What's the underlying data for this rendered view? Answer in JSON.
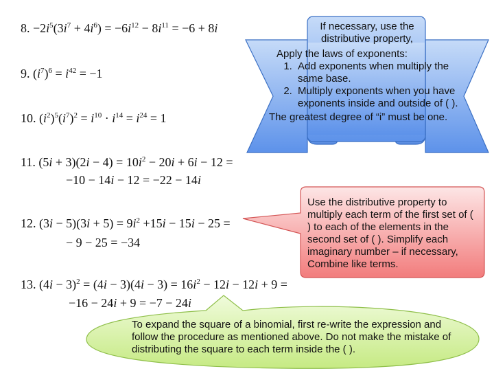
{
  "equations": {
    "eq8": {
      "num": "8.",
      "text": "−2i⁵(3i⁷ + 4i⁶) = −6i¹² − 8i¹¹ = −6 + 8i"
    },
    "eq9": {
      "num": "9.",
      "text": "(i⁷)⁶ = i⁴² = −1"
    },
    "eq10": {
      "num": "10.",
      "text": "(i²)⁵(i⁷)² = i¹⁰ · i¹⁴ = i²⁴ = 1"
    },
    "eq11": {
      "num": "11.",
      "line1": "(5i + 3)(2i − 4) = 10i² − 20i + 6i − 12 =",
      "line2": "−10 − 14i − 12 = −22 − 14i"
    },
    "eq12": {
      "num": "12.",
      "line1": "(3i − 5)(3i + 5) = 9i² + 15i − 15i − 25 =",
      "line2": "− 9 − 25 = −34"
    },
    "eq13": {
      "num": "13.",
      "line1": "(4i − 3)² = (4i − 3)(4i − 3) = 16i² − 12i − 12i + 9 =",
      "line2": "−16 − 24i + 9 = −7 − 24i"
    }
  },
  "banner": {
    "scroll_text": "If necessary, use the distributive property,",
    "heading": "Apply the laws of exponents:",
    "laws": [
      "Add exponents when multiply the same base.",
      "Multiply exponents when you have exponents inside and outside of ( )."
    ],
    "footer": "The greatest degree of “i” must be one."
  },
  "pink_callout": {
    "text": "Use the distributive property to multiply each term of the first set of ( ) to each of the elements in the second set of ( ). Simplify each imaginary number – if necessary, Combine like terms."
  },
  "green_callout": {
    "text": "To expand the square of a binomial, first re-write the expression and follow the procedure as mentioned above.  Do not make the mistake of distributing the square to each term inside the ( )."
  },
  "colors": {
    "banner_fill_top": "#bcd3f6",
    "banner_fill_bottom": "#5b8fe8",
    "banner_stroke": "#3a6fc4",
    "pink_fill_top": "#fde3e3",
    "pink_fill_bottom": "#f47e7e",
    "pink_stroke": "#d45555",
    "green_fill_top": "#eefbd6",
    "green_fill_bottom": "#c8ec86",
    "green_stroke": "#8fbf4a"
  }
}
